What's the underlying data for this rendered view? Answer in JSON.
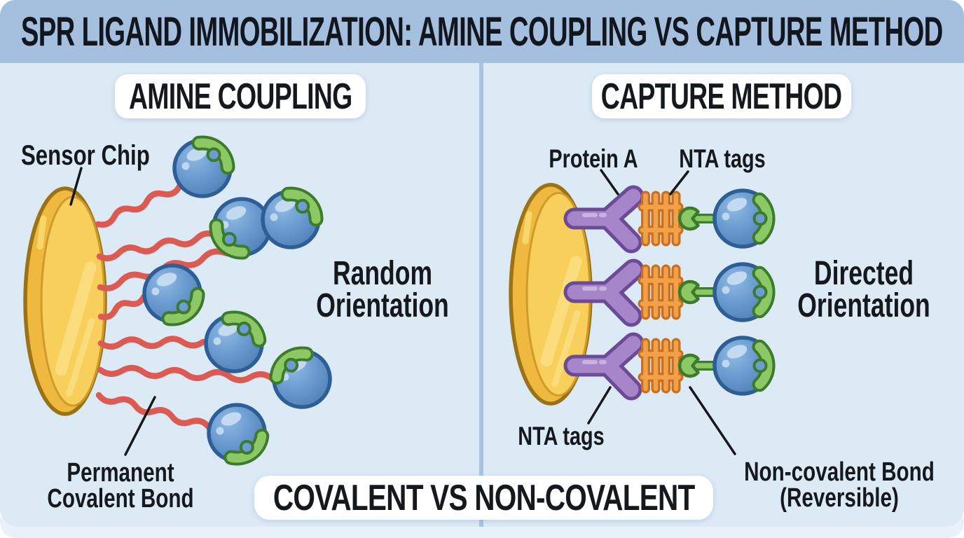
{
  "header": {
    "title": "SPR LIGAND IMMOBILIZATION: AMINE COUPLING VS CAPTURE METHOD"
  },
  "left_panel": {
    "heading": "AMINE COUPLING",
    "labels": {
      "sensor_chip": "Sensor Chip",
      "orientation_line1": "Random",
      "orientation_line2": "Orientation",
      "bond_line1": "Permanent",
      "bond_line2": "Covalent Bond"
    }
  },
  "right_panel": {
    "heading": "CAPTURE METHOD",
    "labels": {
      "protein_a": "Protein A",
      "nta_tags_top": "NTA tags",
      "orientation_line1": "Directed",
      "orientation_line2": "Orientation",
      "nta_tags_bottom": "NTA tags",
      "bond_line1": "Non-covalent Bond",
      "bond_line2": "(Reversible)"
    }
  },
  "footer": {
    "banner": "COVALENT VS NON-COVALENT"
  },
  "palette": {
    "header_bg": "#a5bfde",
    "panel_bg": "#dceaf6",
    "bottom_strip": "#e9f2fa",
    "divider": "#a9c3e1",
    "pill_bg": "#ffffff",
    "text": "#15181d",
    "chip_gold": "#f6c94f",
    "chip_outline": "#9a7316",
    "squiggle_red": "#dd5a52",
    "sphere_blue": "#6d9dd2",
    "sphere_outline": "#2e5e96",
    "crescent_green": "#8cc863",
    "crescent_outline": "#3c7a2c",
    "antibody_purple": "#a685c8",
    "antibody_outline": "#6b4a96",
    "nta_orange": "#f2a14b",
    "nta_outline": "#c96f1d"
  }
}
